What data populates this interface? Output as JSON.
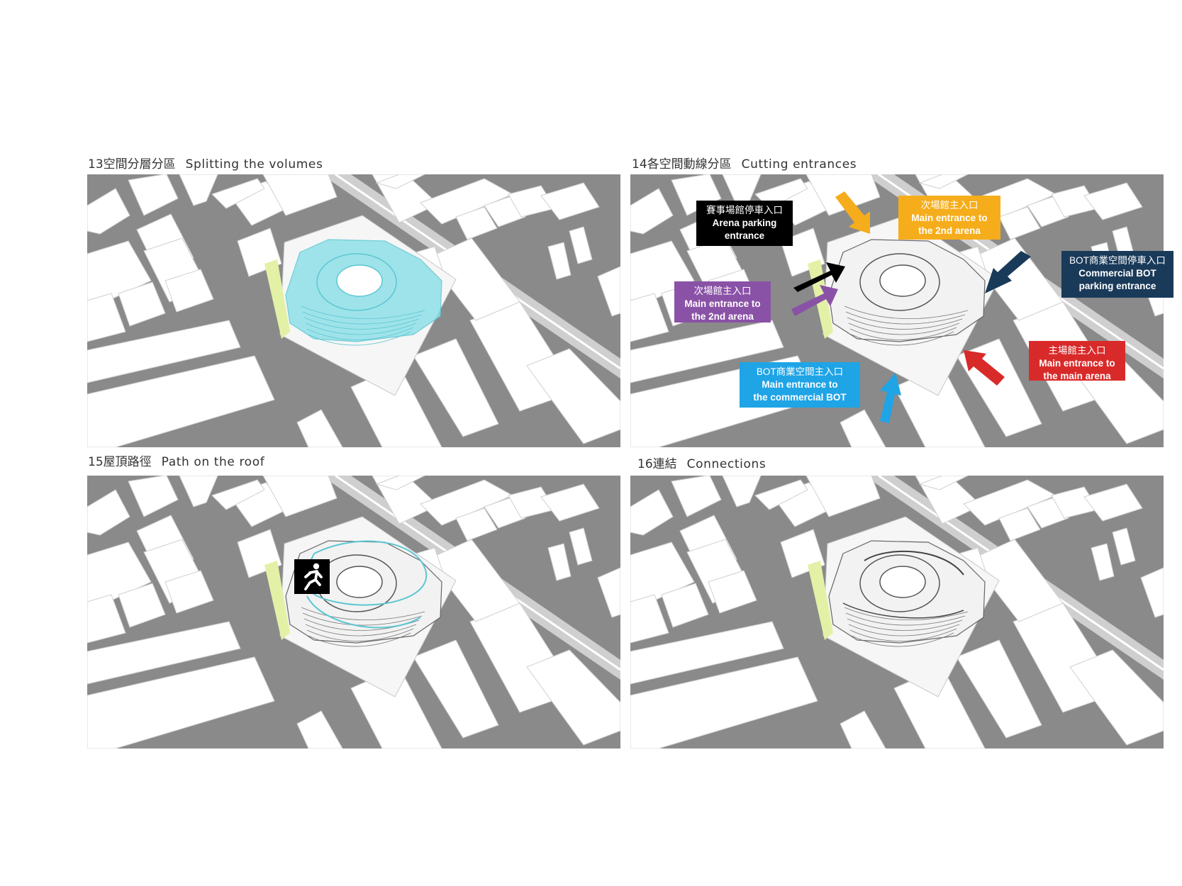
{
  "panels": [
    {
      "number": "13",
      "title_cn": "空間分層分區",
      "title_en": "Splitting the volumes"
    },
    {
      "number": "14",
      "title_cn": "各空間動線分區",
      "title_en": "Cutting entrances"
    },
    {
      "number": "15",
      "title_cn": "屋頂路徑",
      "title_en": "Path on the roof"
    },
    {
      "number": "16",
      "title_cn": "連結",
      "title_en": "Connections"
    }
  ],
  "callouts": {
    "arena_parking": {
      "cn": "賽事場館停車入口",
      "en1": "Arena parking",
      "en2": "entrance",
      "color": "#000000"
    },
    "second_arena_top": {
      "cn": "次場館主入口",
      "en1": "Main entrance  to",
      "en2": "the 2nd arena",
      "color": "#f6ad1b"
    },
    "bot_parking": {
      "cn": "BOT商業空間停車入口",
      "en1": "Commercial BOT",
      "en2": "parking entrance",
      "color": "#1a3a5a"
    },
    "second_arena_left": {
      "cn": "次場館主入口",
      "en1": "Main entrance  to",
      "en2": "the 2nd arena",
      "color": "#8a52a6"
    },
    "main_arena": {
      "cn": "主場館主入口",
      "en1": "Main entrance  to",
      "en2": "the main arena",
      "color": "#d92a2a"
    },
    "commercial_bot": {
      "cn": "BOT商業空間主入口",
      "en1": "Main entrance to",
      "en2": "the commercial BOT",
      "color": "#1fa4e6"
    }
  },
  "colors": {
    "road": "#8a8a8a",
    "block": "#ffffff",
    "park": "#e3f1a6",
    "volume": "#8fe0e8",
    "path": "#5cc6d2"
  },
  "icons": {
    "roof_path": "running-person-icon"
  }
}
